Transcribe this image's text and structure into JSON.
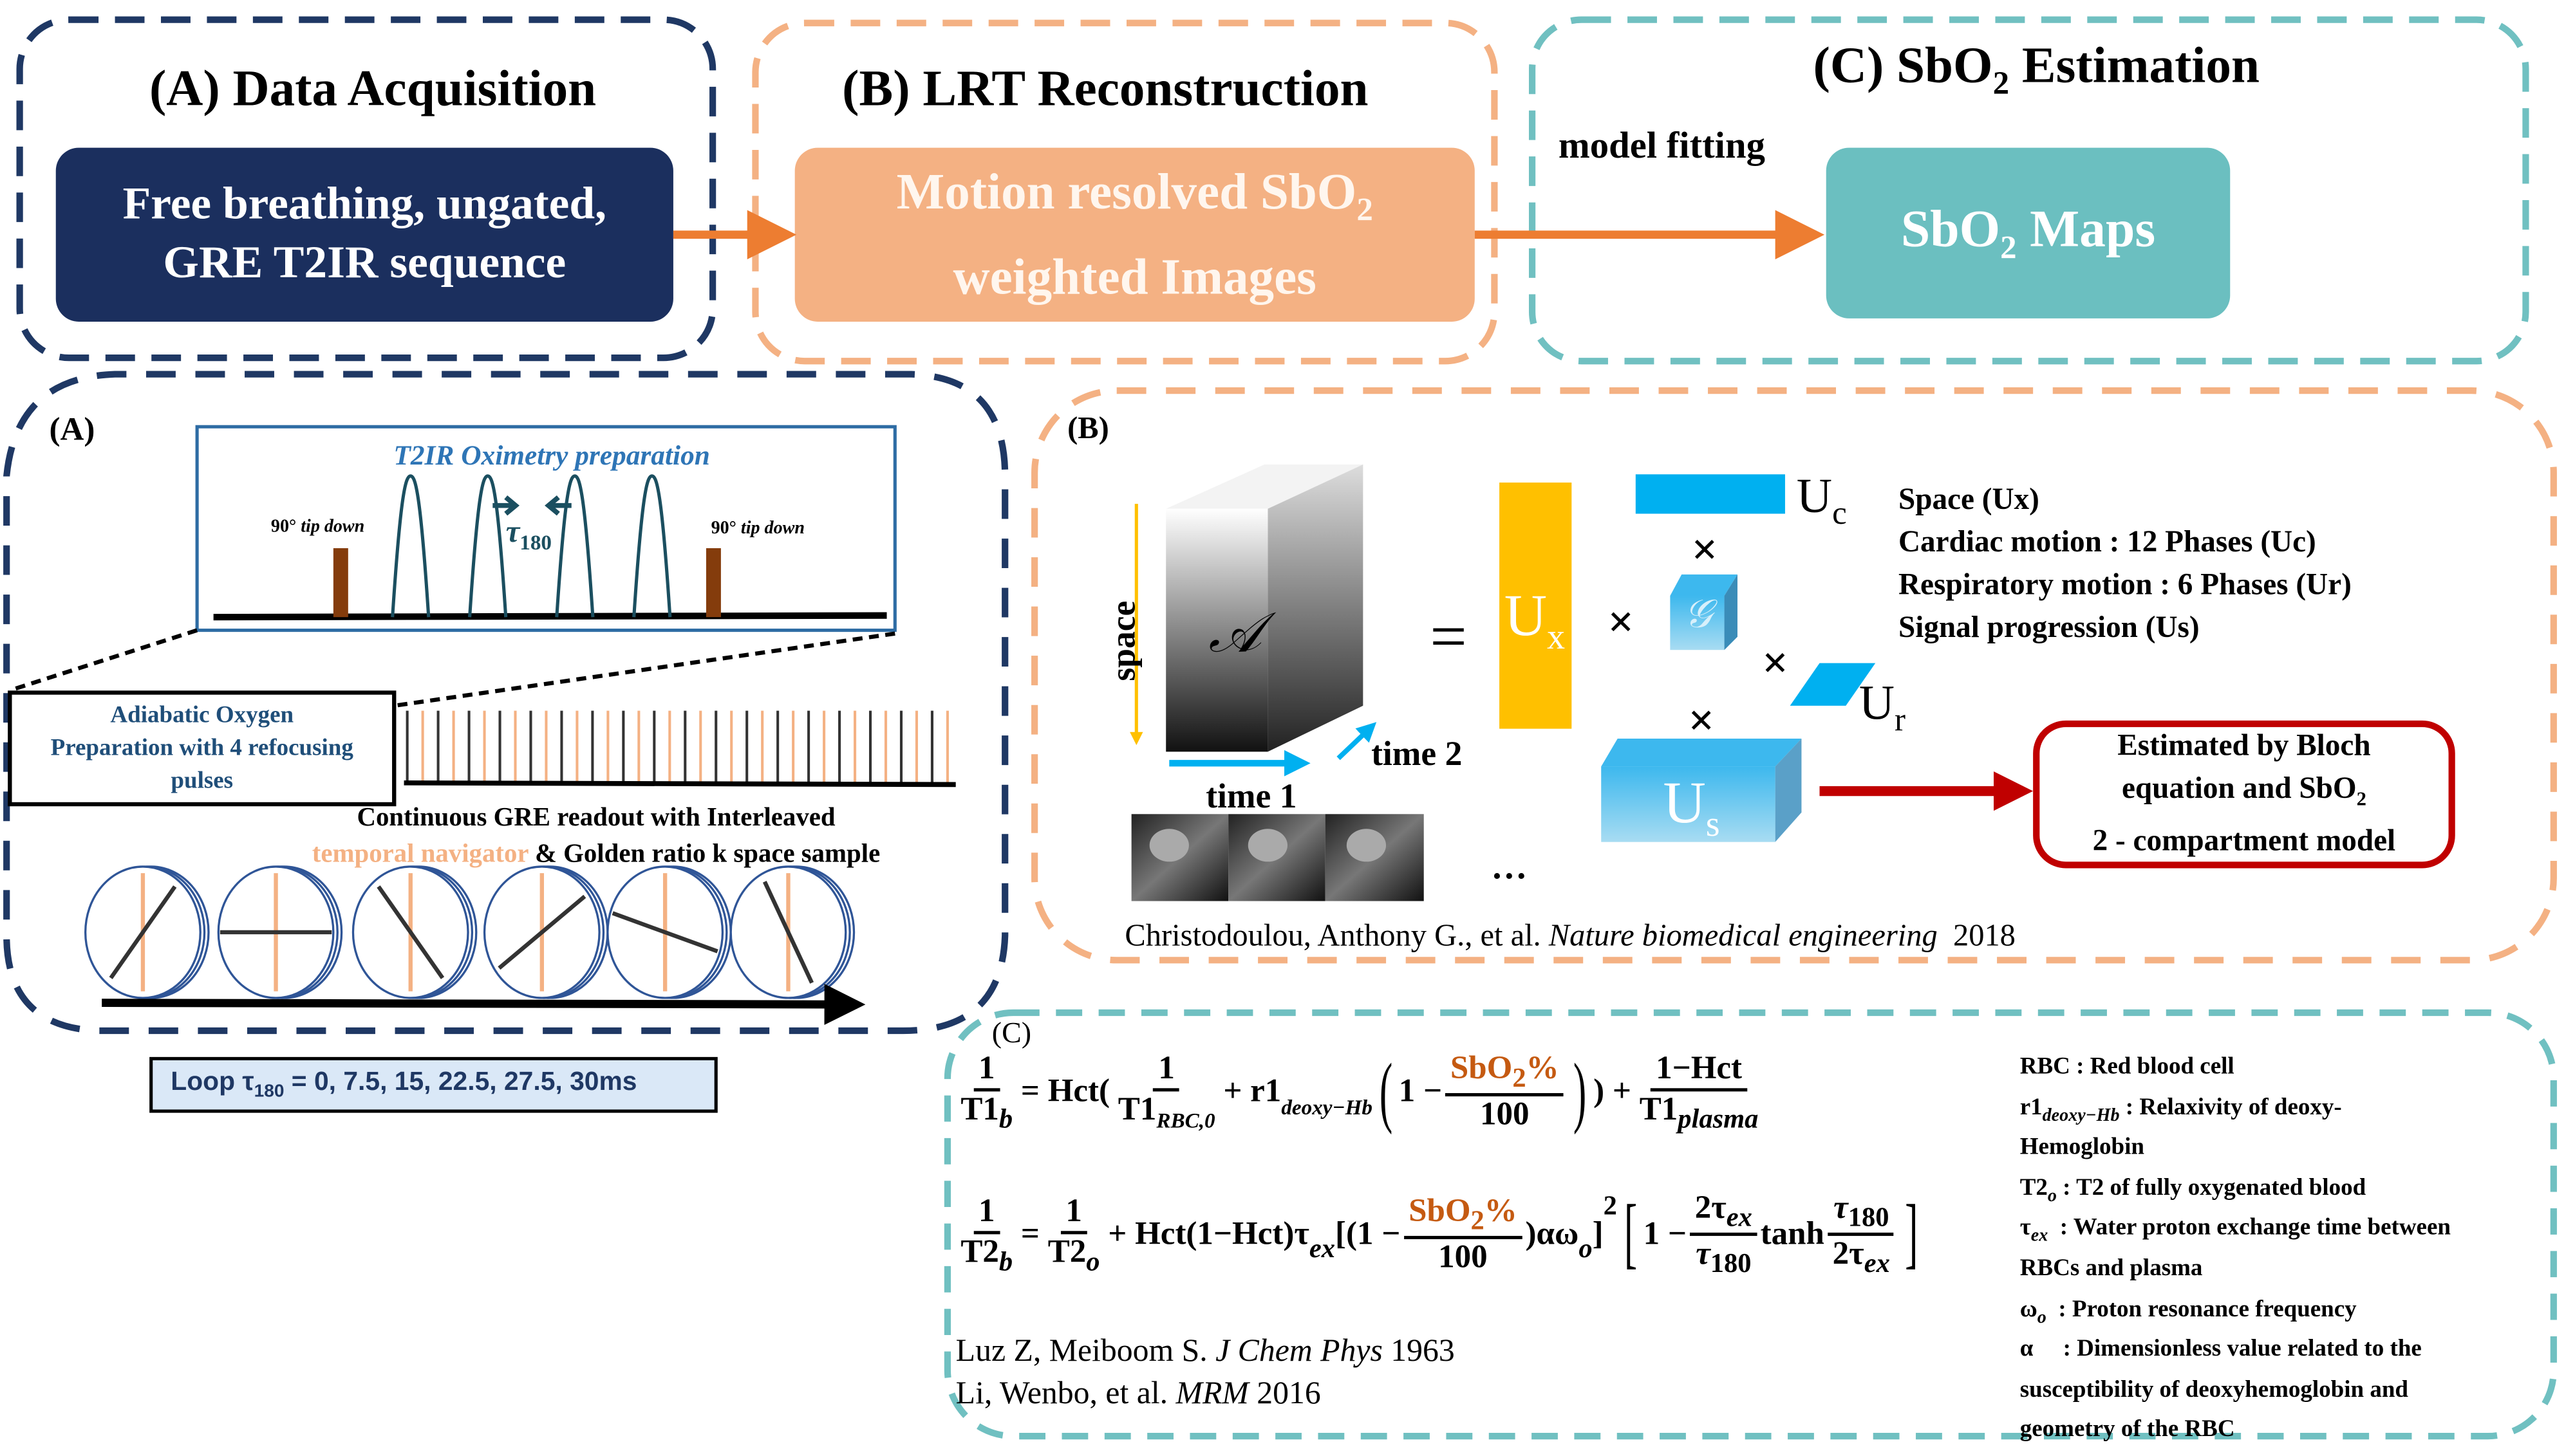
{
  "colors": {
    "navy": "#1f3864",
    "orange": "#f4b183",
    "teal": "#70c0c1",
    "accent_orange": "#ed7d31",
    "red": "#c00000",
    "yellow": "#ffc000",
    "cyan": "#00b0f0",
    "brown": "#843c0c"
  },
  "top": {
    "a_title": "(A) Data Acquisition",
    "a_box_line1": "Free breathing, ungated,",
    "a_box_line2": "GRE T2IR sequence",
    "b_title": "(B) LRT Reconstruction",
    "b_box_line1_pre": "Motion resolved SbO",
    "b_box_line1_sub": "2",
    "b_box_line2": "weighted Images",
    "c_title_pre": "(C) SbO",
    "c_title_sub": "2",
    "c_title_post": " Estimation",
    "model_fitting": "model fitting",
    "c_box_pre": "SbO",
    "c_box_sub": "2",
    "c_box_post": " Maps"
  },
  "panel_a": {
    "label": "(A)",
    "prep_title": "T2IR Oximetry preparation",
    "tip_down_deg": "90°",
    "tip_down_text": "tip down",
    "tau": "τ",
    "tau_sub": "180",
    "adiabatic_line1": "Adiabatic Oxygen",
    "adiabatic_line2": "Preparation with 4 refocusing",
    "adiabatic_line3": "pulses",
    "readout_line1": "Continuous GRE readout with Interleaved",
    "readout_nav": "temporal navigator",
    "readout_rest": " & Golden ratio k space sample",
    "loop_pre": "Loop τ",
    "loop_sub": "180",
    "loop_post": " = 0, 7.5, 15, 22.5, 27.5, 30ms"
  },
  "panel_b": {
    "label": "(B)",
    "space": "space",
    "time1": "time 1",
    "time2": "time 2",
    "tensor": "𝒜",
    "equals": "=",
    "times": "×",
    "ux": "U",
    "ux_sub": "x",
    "uc": "U",
    "uc_sub": "c",
    "ur": "U",
    "ur_sub": "r",
    "us": "U",
    "us_sub": "s",
    "core": "𝒢",
    "ellipsis": "…",
    "legend": [
      "Space (Ux)",
      "Cardiac motion : 12 Phases (Uc)",
      "Respiratory motion : 6 Phases (Ur)",
      "Signal progression (Us)"
    ],
    "bloch_line1": "Estimated by Bloch",
    "bloch_line2_pre": "equation and SbO",
    "bloch_line2_sub": "2",
    "bloch_line3": "2 - compartment model",
    "citation_authors": "Christodoulou, Anthony G., et al. ",
    "citation_journal": "Nature biomedical engineering",
    "citation_year": "  2018"
  },
  "panel_c": {
    "label": "(C)",
    "eq1": {
      "one": "1",
      "T1": "T1",
      "b": "b",
      "hct_open": "= Hct(",
      "rbc0": "RBC,0",
      "plus_r1": "+ r1",
      "r1_sub": "deoxy−Hb",
      "one_minus": "1 −",
      "sbo": "SbO",
      "two": "2",
      "pct": "%",
      "hundred": "100",
      "close_plus": ") +",
      "one_minus_hct": "1−Hct",
      "plasma": "plasma"
    },
    "eq2": {
      "one": "1",
      "T2": "T2",
      "b": "b",
      "o": "o",
      "eq": "=",
      "mid_pre": "+ Hct(1−Hct)τ",
      "ex": "ex",
      "bracket_open": "[(1 −",
      "sbo": "SbO",
      "two": "2",
      "pct": "%",
      "hundred": "100",
      "alpha_omega": ")αω",
      "sq": "2",
      "one_minus": "1 −",
      "two_tau": "2τ",
      "tau180": "τ",
      "s180": "180",
      "tanh": "tanh"
    },
    "defs": [
      {
        "term": "RBC",
        "sub": "",
        "text": " : Red blood cell"
      },
      {
        "term": "r1",
        "sub": "deoxy−Hb",
        "text": " : Relaxivity of deoxy-"
      },
      {
        "term": "",
        "sub": "",
        "text": "Hemoglobin"
      },
      {
        "term": "T2",
        "sub": "o",
        "text": " : T2 of fully oxygenated blood"
      },
      {
        "term": "τ",
        "sub": "ex",
        "text": "  : Water proton exchange time between"
      },
      {
        "term": "",
        "sub": "",
        "text": "RBCs and plasma"
      },
      {
        "term": "ω",
        "sub": "o",
        "text": "  : Proton resonance frequency"
      },
      {
        "term": "α",
        "sub": "",
        "text": "     : Dimensionless value related to the"
      },
      {
        "term": "",
        "sub": "",
        "text": "susceptibility of deoxyhemoglobin and"
      },
      {
        "term": "",
        "sub": "",
        "text": "geometry of the RBC"
      }
    ],
    "ref1_pre": "Luz Z, Meiboom S. ",
    "ref1_journal": "J Chem Phys",
    "ref1_year": " 1963",
    "ref2_pre": "Li, Wenbo, et al. ",
    "ref2_journal": "MRM",
    "ref2_year": " 2016"
  }
}
